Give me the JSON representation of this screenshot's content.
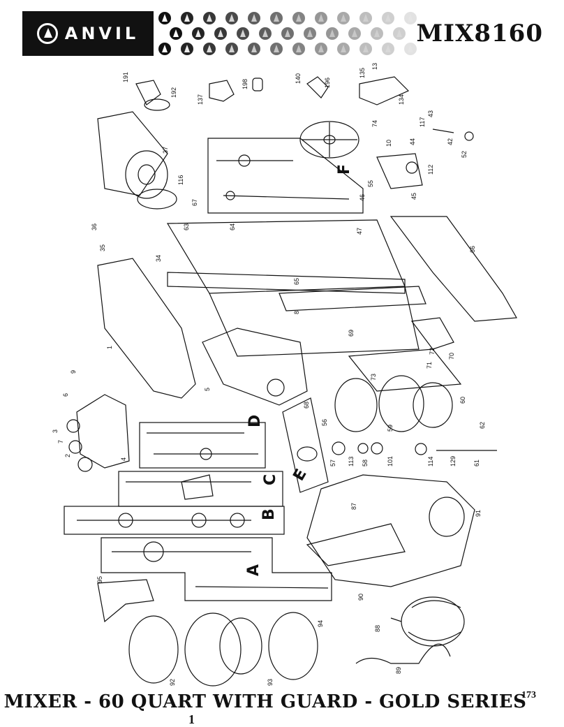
{
  "header": {
    "brand": "ANVIL",
    "model": "MIX8160"
  },
  "sections": [
    "A",
    "B",
    "C",
    "D",
    "E",
    "F"
  ],
  "parts": [
    "1",
    "2",
    "3",
    "4",
    "5",
    "6",
    "7",
    "8",
    "9",
    "10",
    "34",
    "35",
    "36",
    "37",
    "42",
    "43",
    "44",
    "45",
    "46",
    "47",
    "52",
    "55",
    "56",
    "57",
    "58",
    "59",
    "60",
    "61",
    "62",
    "63",
    "64",
    "65",
    "66",
    "67",
    "68",
    "69",
    "70",
    "71",
    "72",
    "73",
    "74",
    "87",
    "88",
    "89",
    "90",
    "91",
    "92",
    "93",
    "94",
    "95",
    "101",
    "112",
    "113",
    "114",
    "116",
    "117",
    "129",
    "134",
    "135",
    "136",
    "137",
    "140",
    "191",
    "192",
    "196",
    "198"
  ],
  "footer": {
    "title": "MIXER - 60 QUART WITH GUARD - GOLD SERIES",
    "page_number": "173",
    "mark": "1"
  },
  "colors": {
    "ink": "#111111",
    "background": "#ffffff"
  }
}
